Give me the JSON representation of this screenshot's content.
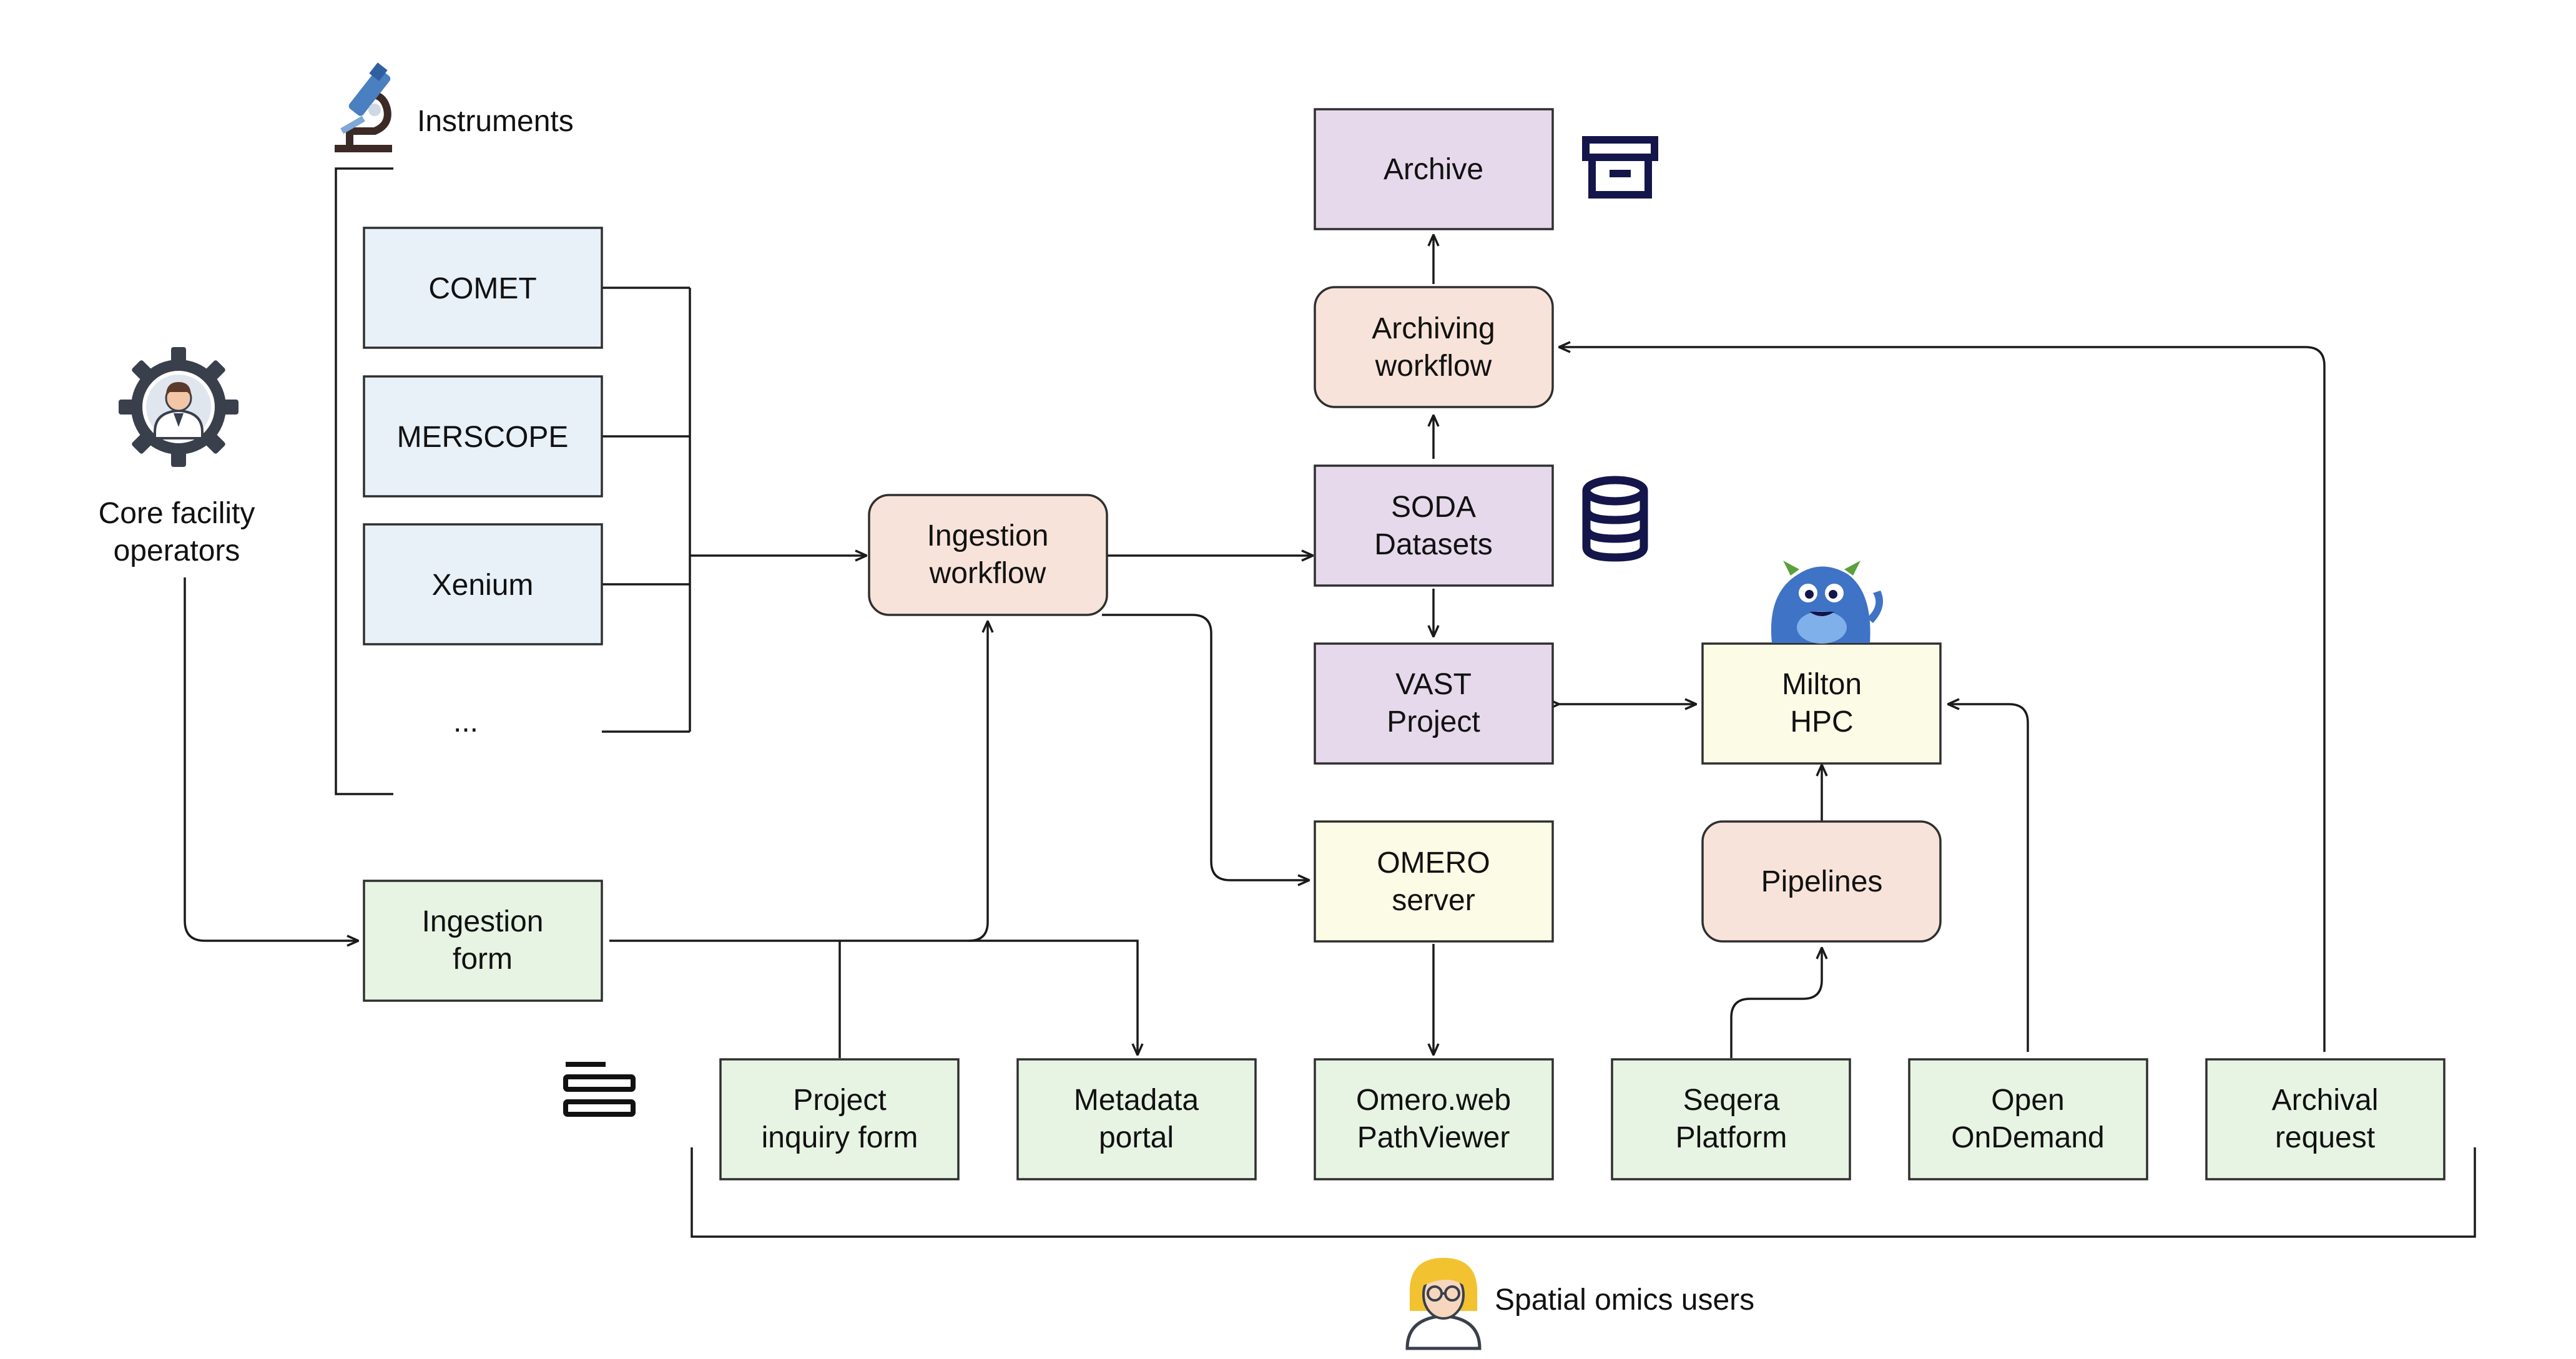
{
  "colors": {
    "instrument_fill": "#e8f0f8",
    "process_fill": "#f7e3d9",
    "storage_fill": "#e6d9ec",
    "server_fill": "#fbfbe6",
    "portal_fill": "#e7f3e3",
    "icon_navy": "#14154a",
    "stroke": "#2f2f2f"
  },
  "groups": {
    "instruments": "Instruments",
    "operators": [
      "Core facility",
      "operators"
    ],
    "users": "Spatial omics users"
  },
  "nodes": {
    "comet": [
      "COMET"
    ],
    "merscope": [
      "MERSCOPE"
    ],
    "xenium": [
      "Xenium"
    ],
    "more": [
      "..."
    ],
    "ingestion_form": [
      "Ingestion",
      "form"
    ],
    "ingestion_workflow": [
      "Ingestion",
      "workflow"
    ],
    "archive": [
      "Archive"
    ],
    "archiving_workflow": [
      "Archiving",
      "workflow"
    ],
    "soda": [
      "SODA",
      "Datasets"
    ],
    "vast": [
      "VAST",
      "Project"
    ],
    "milton": [
      "Milton",
      "HPC"
    ],
    "omero_server": [
      "OMERO",
      "server"
    ],
    "pipelines": [
      "Pipelines"
    ],
    "project_inquiry": [
      "Project",
      "inquiry form"
    ],
    "metadata_portal": [
      "Metadata",
      "portal"
    ],
    "omero_web": [
      "Omero.web",
      "PathViewer"
    ],
    "seqera": [
      "Seqera",
      "Platform"
    ],
    "open_ondemand": [
      "Open",
      "OnDemand"
    ],
    "archival_request": [
      "Archival",
      "request"
    ]
  },
  "icons": {
    "instruments": "microscope-icon",
    "operators": "gear-person-icon",
    "archive": "archive-box-icon",
    "soda": "database-icon",
    "milton": "blue-monster-mascot-icon",
    "portals": "form-lines-icon",
    "users": "user-avatar-icon"
  }
}
